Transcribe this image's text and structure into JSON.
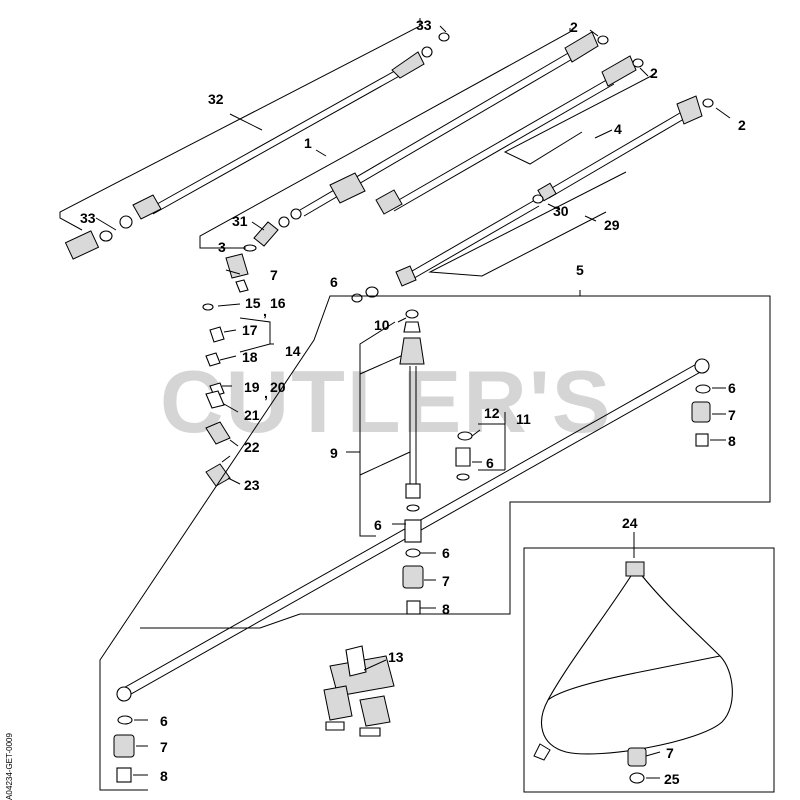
{
  "watermark": "CUTLER'S",
  "side_code": "4234-GET-0009",
  "side_mark": "A0",
  "callouts": {
    "c33a": "33",
    "c2a": "2",
    "c2b": "2",
    "c2c": "2",
    "c32": "32",
    "c1": "1",
    "c4": "4",
    "c33b": "33",
    "c31": "31",
    "c30": "30",
    "c29": "29",
    "c3": "3",
    "c7a": "7",
    "c6a": "6",
    "c5": "5",
    "c15": "15",
    "c16": "16",
    "c17": "17",
    "c14": "14",
    "c18": "18",
    "c10": "10",
    "c19": "19",
    "c20": "20",
    "c6b": "6",
    "c7b": "7",
    "c8a": "8",
    "c21": "21",
    "c12": "12",
    "c11": "11",
    "c9": "9",
    "c6c": "6",
    "c22": "22",
    "c23": "23",
    "c6d": "6",
    "c24": "24",
    "c6e": "6",
    "c7c": "7",
    "c8b": "8",
    "c13": "13",
    "c6f": "6",
    "c7d": "7",
    "c7e": "7",
    "c8c": "8",
    "c25": "25"
  }
}
